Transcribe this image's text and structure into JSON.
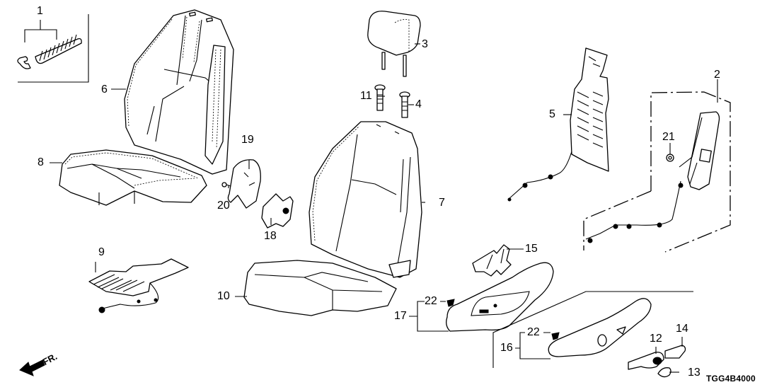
{
  "diagram": {
    "title": "Front Seat Components",
    "diagram_code": "TGG4B4000",
    "direction_marker": "FR.",
    "callouts": [
      {
        "id": "callout-1",
        "text": "1",
        "part": "clip-set"
      },
      {
        "id": "callout-2",
        "text": "2",
        "part": "side-airbag-assembly"
      },
      {
        "id": "callout-3",
        "text": "3",
        "part": "headrest"
      },
      {
        "id": "callout-4",
        "text": "4",
        "part": "headrest-guide-unlock"
      },
      {
        "id": "callout-5",
        "text": "5",
        "part": "seat-back-heater"
      },
      {
        "id": "callout-6",
        "text": "6",
        "part": "seat-back-cover"
      },
      {
        "id": "callout-7",
        "text": "7",
        "part": "seat-back-pad"
      },
      {
        "id": "callout-8",
        "text": "8",
        "part": "seat-cushion-cover"
      },
      {
        "id": "callout-9",
        "text": "9",
        "part": "seat-cushion-heater"
      },
      {
        "id": "callout-10",
        "text": "10",
        "part": "seat-cushion-pad"
      },
      {
        "id": "callout-11",
        "text": "11",
        "part": "headrest-guide-lock"
      },
      {
        "id": "callout-12",
        "text": "12",
        "part": "recliner-knob"
      },
      {
        "id": "callout-13",
        "text": "13",
        "part": "knob-cap"
      },
      {
        "id": "callout-14",
        "text": "14",
        "part": "lever-knob"
      },
      {
        "id": "callout-15",
        "text": "15",
        "part": "bracket"
      },
      {
        "id": "callout-16",
        "text": "16",
        "part": "outer-side-cover"
      },
      {
        "id": "callout-17",
        "text": "17",
        "part": "inner-side-cover"
      },
      {
        "id": "callout-18",
        "text": "18",
        "part": "recliner-cover-inner"
      },
      {
        "id": "callout-19",
        "text": "19",
        "part": "recliner-cover-outer"
      },
      {
        "id": "callout-20",
        "text": "20",
        "part": "screw"
      },
      {
        "id": "callout-21",
        "text": "21",
        "part": "nut"
      },
      {
        "id": "callout-22a",
        "text": "22",
        "part": "clip"
      },
      {
        "id": "callout-22b",
        "text": "22",
        "part": "clip"
      }
    ]
  }
}
